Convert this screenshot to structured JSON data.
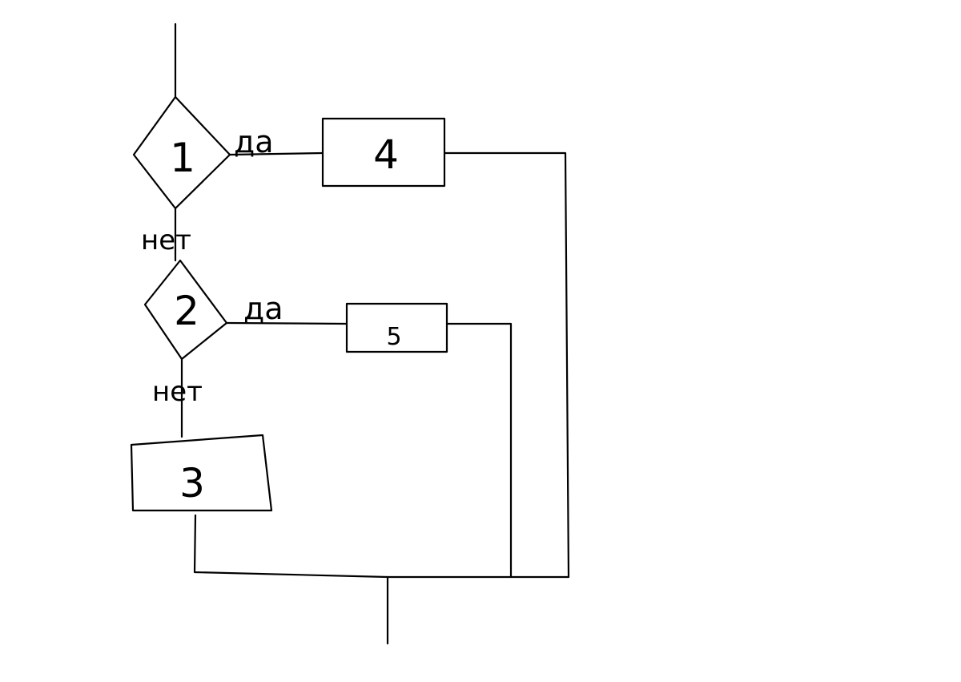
{
  "diagram": {
    "nodes": {
      "decision_1": "1",
      "process_4": "4",
      "decision_2": "2",
      "process_5": "5",
      "manual_input_3": "3"
    },
    "edge_labels": {
      "decision_1_yes": "да",
      "decision_1_no": "нет",
      "decision_2_yes": "да",
      "decision_2_no": "нет"
    },
    "colors": {
      "stroke": "#000000",
      "background": "#ffffff"
    }
  }
}
